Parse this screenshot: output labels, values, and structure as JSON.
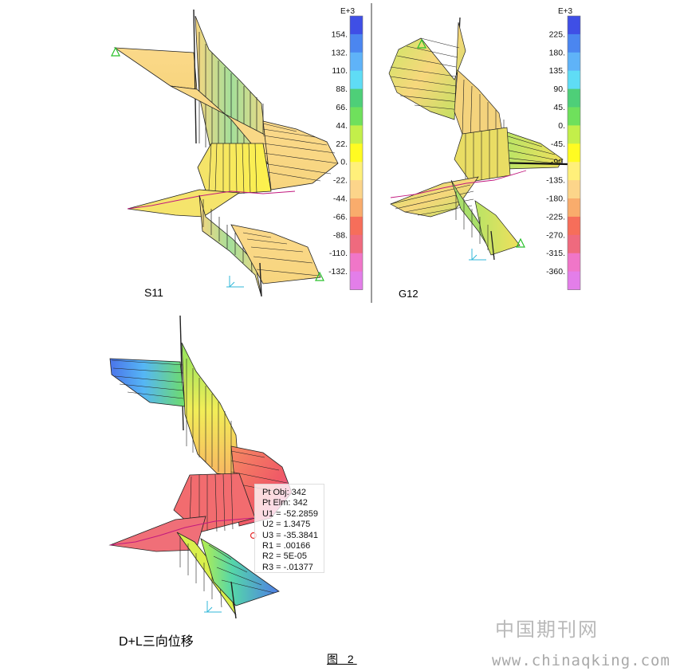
{
  "panels": [
    {
      "id": "s11",
      "caption": "S11",
      "unit_label": "E+3",
      "legend_ticks": [
        "154.",
        "132.",
        "110.",
        "88.",
        "66.",
        "44.",
        "22.",
        "0.",
        "-22.",
        "-44.",
        "-66.",
        "-88.",
        "-110.",
        "-132."
      ],
      "legend_colors": [
        "#3f4fe6",
        "#4b86f0",
        "#5fb3f8",
        "#5fdcf5",
        "#4ecf78",
        "#6fe05c",
        "#c3ef4a",
        "#fffb22",
        "#fff07a",
        "#fcd58a",
        "#f9ac6c",
        "#f66e5a",
        "#ef6a7e",
        "#f076c8",
        "#e37ee9"
      ]
    },
    {
      "id": "g12",
      "caption": "G12",
      "unit_label": "E+3",
      "legend_ticks": [
        "225.",
        "180.",
        "135.",
        "90.",
        "45.",
        "0.",
        "-45.",
        "-90.",
        "-135.",
        "-180.",
        "-225.",
        "-270.",
        "-315.",
        "-360."
      ],
      "legend_colors": [
        "#3f4fe6",
        "#4b86f0",
        "#5fb3f8",
        "#5fdcf5",
        "#4ecf78",
        "#6fe05c",
        "#c3ef4a",
        "#fffb22",
        "#fff07a",
        "#fcd58a",
        "#f9ac6c",
        "#f66e5a",
        "#ef6a7e",
        "#f076c8",
        "#e37ee9"
      ]
    },
    {
      "id": "dl",
      "caption": "D+L三向位移",
      "tooltip": [
        "Pt Obj: 342",
        "Pt Elm: 342",
        "U1 = -52.2859",
        "U2 =  1.3475",
        "U3 = -35.3841",
        "R1 =  .00166",
        "R2 =  5E-05",
        "R3 = -.01377"
      ]
    }
  ],
  "figure_label": "图 2",
  "watermark": {
    "cn": "中国期刊网",
    "url": "www.chinaqking.com"
  }
}
